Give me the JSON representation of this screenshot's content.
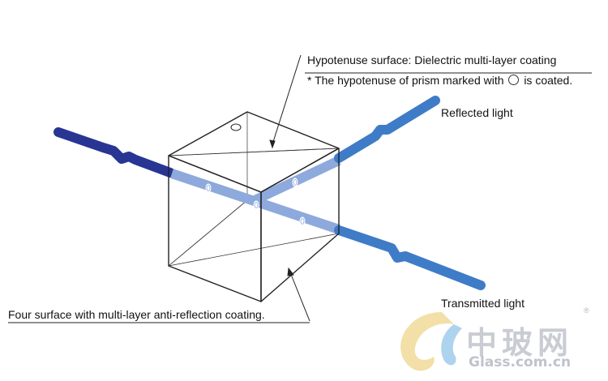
{
  "labels": {
    "hypotenuse_title": "Hypotenuse surface: Dielectric multi-layer coating",
    "hypotenuse_note_prefix": "* The hypotenuse of prism marked with",
    "hypotenuse_note_suffix": "is coated.",
    "reflected": "Reflected light",
    "transmitted": "Transmitted light",
    "four_surface": "Four surface with multi-layer anti-reflection coating."
  },
  "watermark": {
    "chinese": "中玻网",
    "domain": "Glass.com.cn",
    "registered": "®"
  },
  "colors": {
    "incoming_beam": "#283593",
    "outgoing_beam": "#3f7cc7",
    "internal_beam": "#8ea9dc",
    "outline": "#222222"
  }
}
